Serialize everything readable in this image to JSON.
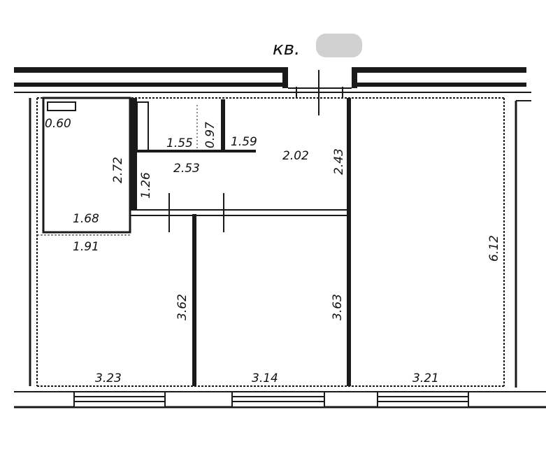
{
  "plan": {
    "title": "кв.",
    "dimensions": {
      "d_060": "0.60",
      "d_272": "2.72",
      "d_168": "1.68",
      "d_191": "1.91",
      "d_126": "1.26",
      "d_155": "1.55",
      "d_097": "0.97",
      "d_159": "1.59",
      "d_253": "2.53",
      "d_202": "2.02",
      "d_243": "2.43",
      "d_612": "6.12",
      "d_362": "3.62",
      "d_363": "3.63",
      "d_323": "3.23",
      "d_314": "3.14",
      "d_321": "3.21"
    }
  }
}
